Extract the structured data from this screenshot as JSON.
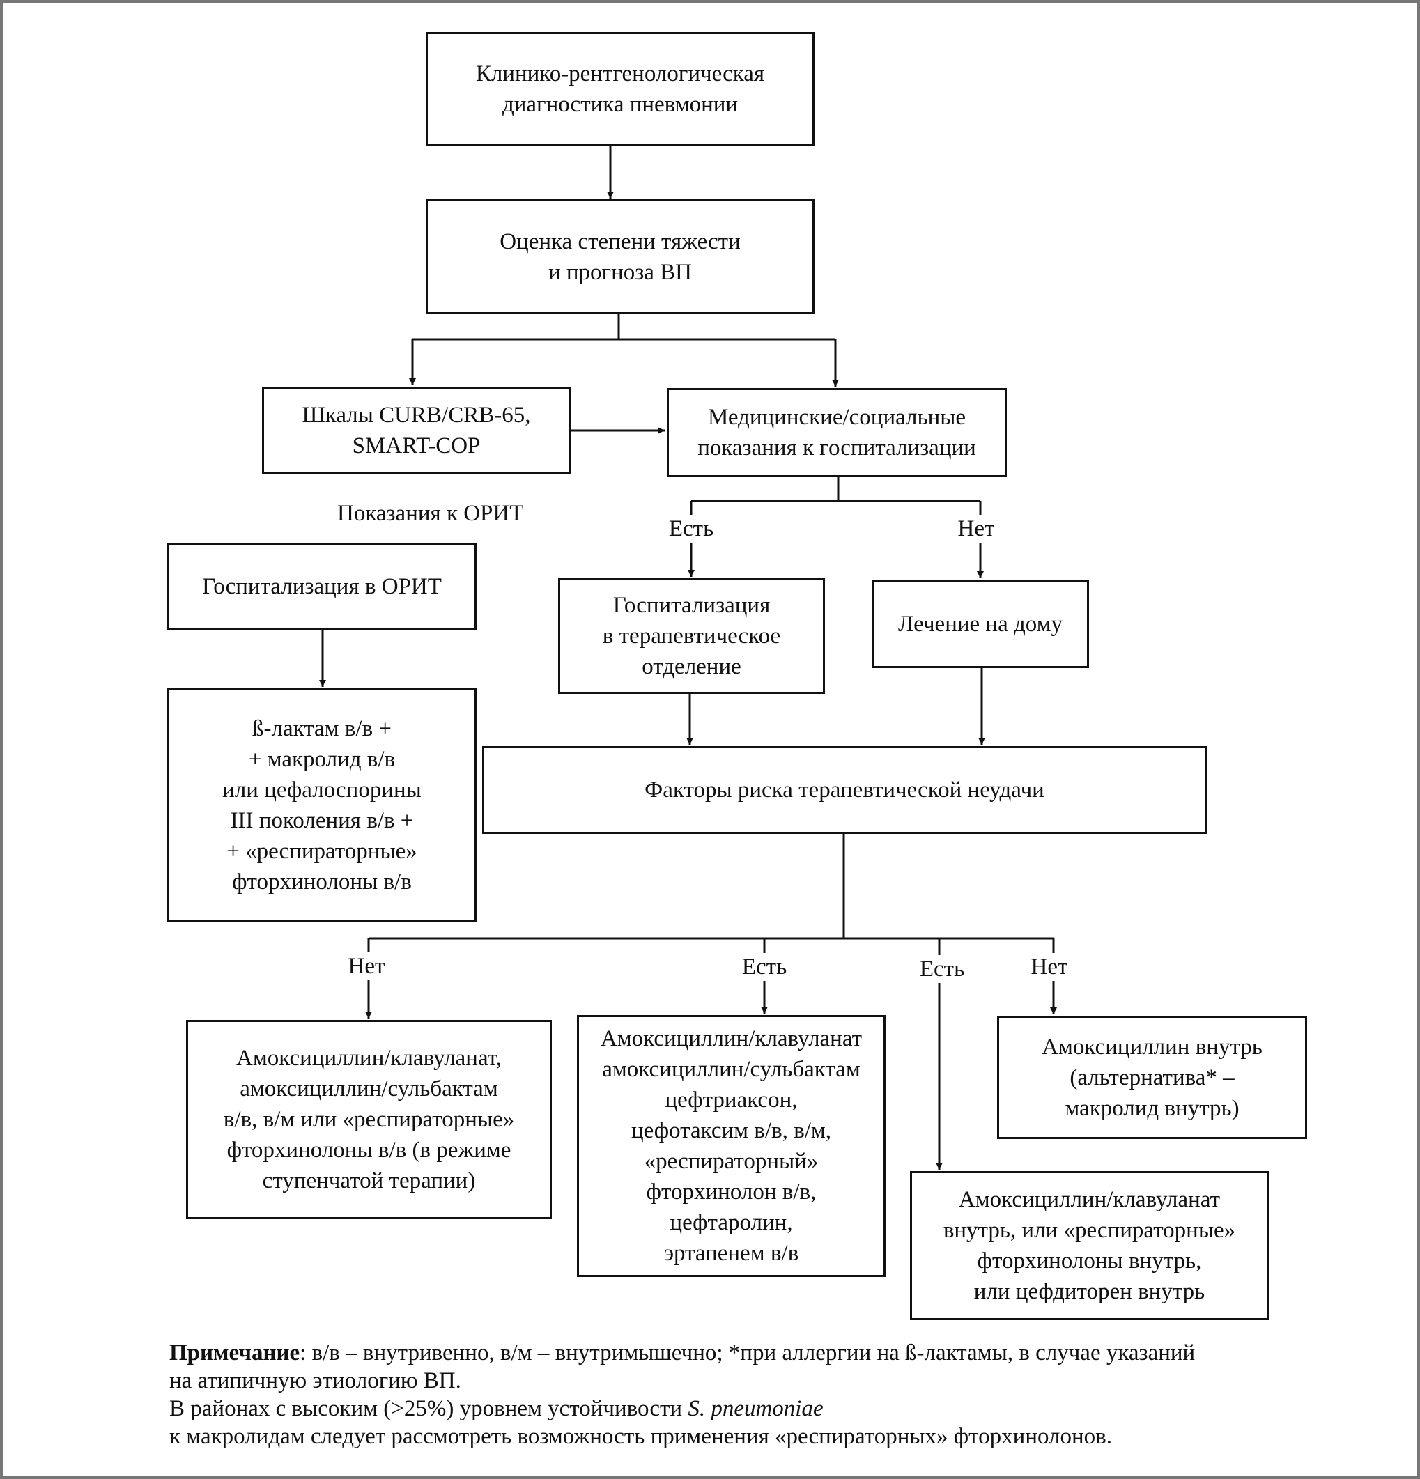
{
  "nodes": {
    "diagnostics": "Клинико-рентгенологическая\nдиагностика пневмонии",
    "severity": "Оценка степени тяжести\nи прогноза ВП",
    "scales": "Шкалы CURB/CRB-65,\nSMART-COP",
    "hosp_indications": "Медицинские/социальные\nпоказания к госпитализации",
    "icu_hosp": "Госпитализация в ОРИТ",
    "ward_hosp": "Госпитализация\nв терапевтическое\nотделение",
    "home_treatment": "Лечение на дому",
    "icu_therapy": "ß-лактам в/в +\n+ макролид в/в\nили цефалоспорины\nIII поколения в/в +\n+ «респираторные»\nфторхинолоны в/в",
    "risk_factors": "Факторы риска терапевтической неудачи",
    "ward_no_risk": "Амоксициллин/клавуланат,\nамоксициллин/сульбактам\nв/в, в/м или «респираторные»\nфторхинолоны в/в (в режиме\nступенчатой терапии)",
    "ward_risk": "Амоксициллин/клавуланат\nамоксициллин/сульбактам\nцефтриаксон,\nцефотаксим в/в, в/м,\n«респираторный»\nфторхинолон в/в,\nцефтаролин,\nэртапенем в/в",
    "home_risk": "Амоксициллин/клавуланат\nвнутрь, или «респираторные»\nфторхинолоны внутрь,\nили цефдиторен внутрь",
    "home_no_risk": "Амоксициллин внутрь\n(альтернатива* –\nмакролид внутрь)"
  },
  "labels": {
    "icu_indications": "Показания к ОРИТ",
    "yes": "Есть",
    "no": "Нет"
  },
  "note": {
    "bold_prefix": "Примечание",
    "line1": ": в/в – внутривенно, в/м – внутримышечно; *при аллергии на ß-лактамы, в случае указаний",
    "line2": "на атипичную этиологию ВП.",
    "line3_start": "В районах с высоким (>25%) уровнем устойчивости ",
    "line3_italic": "S. pneumoniae",
    "line4": "к макролидам следует рассмотреть возможность применения «респираторных» фторхинолонов."
  }
}
